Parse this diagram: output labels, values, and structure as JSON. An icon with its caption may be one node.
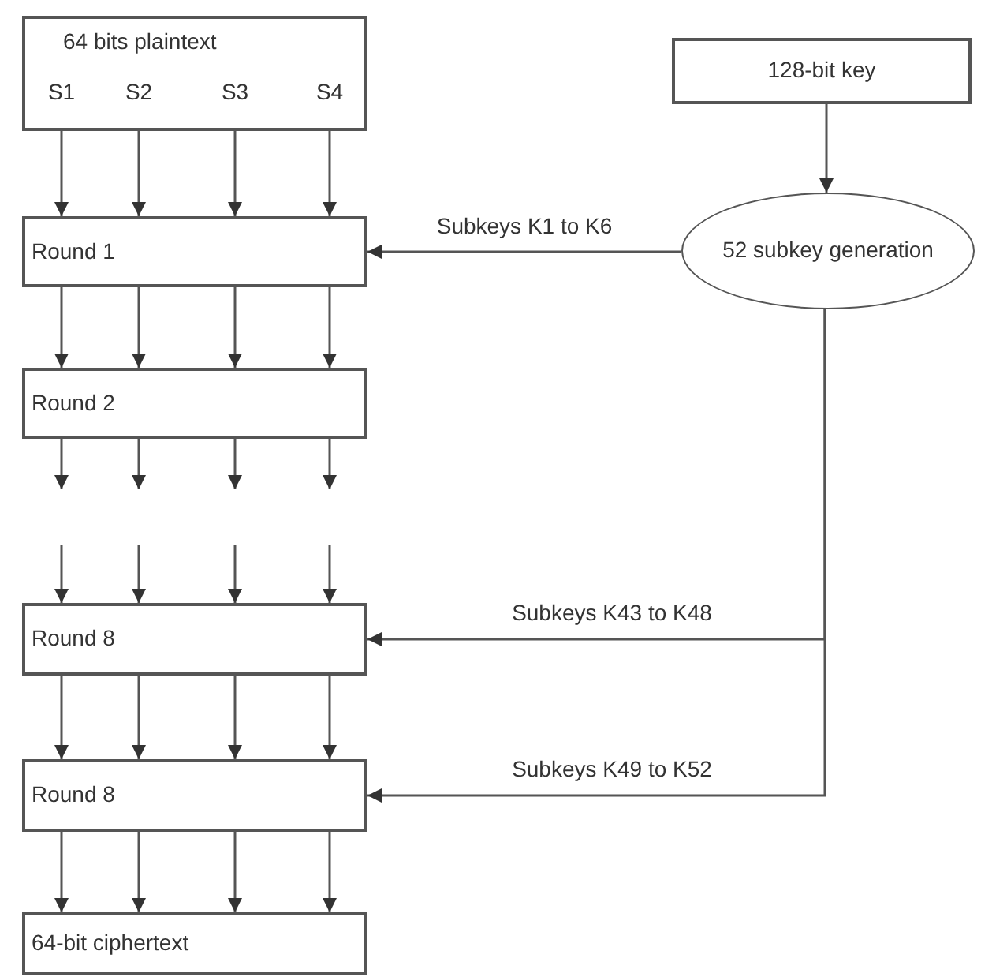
{
  "diagram": {
    "nodes": [
      {
        "text": [
          "64 bits plaintext",
          "S1",
          "S2",
          "S3",
          "S4"
        ]
      },
      {
        "text": [
          "128-bit key"
        ]
      },
      {
        "text": [
          "52 subkey generation"
        ]
      },
      {
        "text": [
          "Round 1"
        ]
      },
      {
        "text": [
          "Round 2"
        ]
      },
      {
        "text": [
          "Round 8"
        ]
      },
      {
        "text": [
          "Round 8"
        ]
      },
      {
        "text": [
          "64-bit ciphertext"
        ]
      }
    ],
    "edges": [
      {
        "from": 0,
        "to": 3,
        "arrow": "to"
      },
      {
        "from": 0,
        "to": 3,
        "arrow": "to"
      },
      {
        "from": 0,
        "to": 3,
        "arrow": "to"
      },
      {
        "from": 0,
        "to": 3,
        "arrow": "to"
      },
      {
        "from": 3,
        "to": 4,
        "arrow": "to"
      },
      {
        "from": 3,
        "to": 4,
        "arrow": "to"
      },
      {
        "from": 3,
        "to": 4,
        "arrow": "to"
      },
      {
        "from": 3,
        "to": 4,
        "arrow": "to"
      },
      {
        "from": 4,
        "to": null,
        "arrow": "to"
      },
      {
        "from": 4,
        "to": null,
        "arrow": "to"
      },
      {
        "from": 4,
        "to": null,
        "arrow": "to"
      },
      {
        "from": 4,
        "to": null,
        "arrow": "to"
      },
      {
        "from": null,
        "to": 5,
        "arrow": "to"
      },
      {
        "from": null,
        "to": 5,
        "arrow": "to"
      },
      {
        "from": null,
        "to": 5,
        "arrow": "to"
      },
      {
        "from": null,
        "to": 5,
        "arrow": "to"
      },
      {
        "from": 5,
        "to": 6,
        "arrow": "to"
      },
      {
        "from": 5,
        "to": 6,
        "arrow": "to"
      },
      {
        "from": 5,
        "to": 6,
        "arrow": "to"
      },
      {
        "from": 5,
        "to": 6,
        "arrow": "to"
      },
      {
        "from": 6,
        "to": 7,
        "arrow": "to"
      },
      {
        "from": 6,
        "to": 7,
        "arrow": "to"
      },
      {
        "from": 6,
        "to": 7,
        "arrow": "to"
      },
      {
        "from": 6,
        "to": 7,
        "arrow": "to"
      },
      {
        "from": 1,
        "to": 2,
        "arrow": "to"
      },
      {
        "from": 2,
        "to": 3,
        "arrow": "to",
        "label": "Subkeys K1 to K6"
      },
      {
        "from": 2,
        "to": 5,
        "arrow": "to",
        "label": "Subkeys K43 to K48"
      },
      {
        "from": 2,
        "to": 6,
        "arrow": "to",
        "label": "Subkeys K49 to K52"
      }
    ]
  }
}
